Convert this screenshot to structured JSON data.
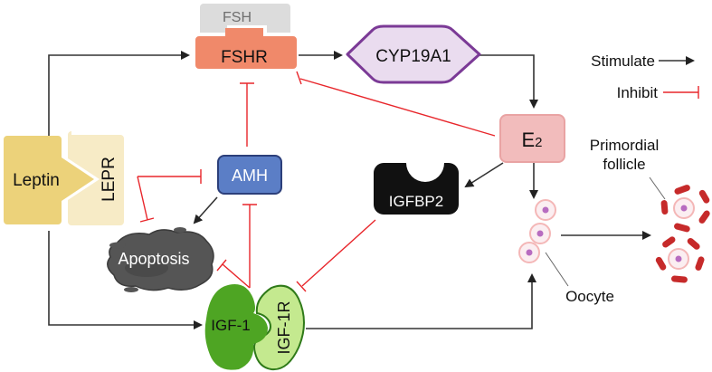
{
  "diagram": {
    "nodes": {
      "fsh": {
        "label": "FSH"
      },
      "fshr": {
        "label": "FSHR"
      },
      "cyp19a1": {
        "label": "CYP19A1"
      },
      "e2": {
        "label": "E",
        "subscript": "2"
      },
      "leptin": {
        "label": "Leptin"
      },
      "lepr": {
        "label": "LEPR"
      },
      "amh": {
        "label": "AMH"
      },
      "igfbp2": {
        "label": "IGFBP2"
      },
      "apoptosis": {
        "label": "Apoptosis"
      },
      "igf1": {
        "label": "IGF-1"
      },
      "igf1r": {
        "label": "IGF-1R"
      },
      "oocyte": {
        "label": "Oocyte"
      },
      "primordial_follicle": {
        "label_line1": "Primordial",
        "label_line2": "follicle"
      }
    },
    "legend": {
      "stimulate": "Stimulate",
      "inhibit": "Inhibit"
    },
    "edges": [
      {
        "from": "Leptin",
        "to": "FSHR",
        "type": "stimulate"
      },
      {
        "from": "FSHR",
        "to": "CYP19A1",
        "type": "stimulate"
      },
      {
        "from": "CYP19A1",
        "to": "E2",
        "type": "stimulate"
      },
      {
        "from": "E2",
        "to": "FSHR",
        "type": "inhibit"
      },
      {
        "from": "E2",
        "to": "IGFBP2",
        "type": "stimulate"
      },
      {
        "from": "E2",
        "to": "Oocyte",
        "type": "stimulate"
      },
      {
        "from": "AMH",
        "to": "FSHR",
        "type": "inhibit"
      },
      {
        "from": "LEPR",
        "to": "AMH",
        "type": "inhibit"
      },
      {
        "from": "LEPR",
        "to": "Apoptosis",
        "type": "inhibit"
      },
      {
        "from": "AMH",
        "to": "Apoptosis",
        "type": "stimulate"
      },
      {
        "from": "IGF-1",
        "to": "AMH",
        "type": "inhibit"
      },
      {
        "from": "IGF-1",
        "to": "Apoptosis",
        "type": "inhibit"
      },
      {
        "from": "IGFBP2",
        "to": "IGF-1R",
        "type": "inhibit"
      },
      {
        "from": "Leptin",
        "to": "IGF-1",
        "type": "stimulate"
      },
      {
        "from": "IGF-1R",
        "to": "Oocyte",
        "type": "stimulate"
      },
      {
        "from": "Oocyte",
        "to": "Primordial follicle",
        "type": "stimulate"
      }
    ],
    "colors": {
      "stimulate": "#222222",
      "inhibit": "#e8262b",
      "fsh": "#dcdcdc",
      "fshr": "#f0896a",
      "cyp19a1_fill": "#eadcef",
      "cyp19a1_stroke": "#7b3a96",
      "e2": "#f2bcbc",
      "leptin": "#ecd27a",
      "lepr": "#f7ebc6",
      "amh": "#5b7ec6",
      "igfbp2": "#111111",
      "apoptosis": "#555555",
      "igf1": "#4ea523",
      "igf1r": "#c4e98f",
      "oocyte_nucleus": "#b76cc0",
      "follicle_cells": "#c62a2a"
    }
  }
}
